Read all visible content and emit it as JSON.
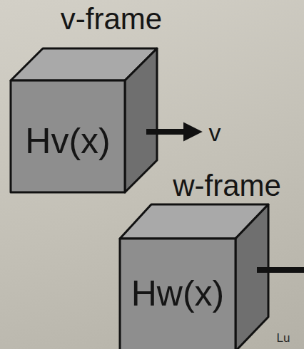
{
  "diagram": {
    "nodes": [
      {
        "text": [
          "v-frame",
          "Hv(x)"
        ]
      },
      {
        "text": [
          "w-frame",
          "Hw(x)"
        ]
      }
    ],
    "labels": [
      "v",
      "Lu"
    ]
  }
}
